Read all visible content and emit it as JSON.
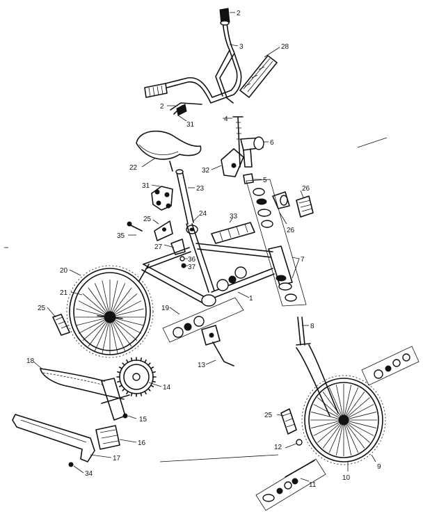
{
  "callouts": [
    {
      "id": "c2a",
      "text": "2"
    },
    {
      "id": "c3",
      "text": "3"
    },
    {
      "id": "c28a",
      "text": "28"
    },
    {
      "id": "c2b",
      "text": "2"
    },
    {
      "id": "c31a",
      "text": "31"
    },
    {
      "id": "c4",
      "text": "4"
    },
    {
      "id": "c6",
      "text": "6"
    },
    {
      "id": "c22",
      "text": "22"
    },
    {
      "id": "c32",
      "text": "32"
    },
    {
      "id": "c5",
      "text": "5"
    },
    {
      "id": "c31b",
      "text": "31"
    },
    {
      "id": "c23",
      "text": "23"
    },
    {
      "id": "c26a",
      "text": "26"
    },
    {
      "id": "c26b",
      "text": "26"
    },
    {
      "id": "c24",
      "text": "24"
    },
    {
      "id": "c33",
      "text": "33"
    },
    {
      "id": "c25a",
      "text": "25"
    },
    {
      "id": "c35",
      "text": "35"
    },
    {
      "id": "c27",
      "text": "27"
    },
    {
      "id": "c36",
      "text": "36"
    },
    {
      "id": "c37",
      "text": "37"
    },
    {
      "id": "c7",
      "text": "7"
    },
    {
      "id": "c20",
      "text": "20"
    },
    {
      "id": "c1",
      "text": "1"
    },
    {
      "id": "c21",
      "text": "21"
    },
    {
      "id": "c25b",
      "text": "25"
    },
    {
      "id": "c19",
      "text": "19"
    },
    {
      "id": "c8",
      "text": "8"
    },
    {
      "id": "c13",
      "text": "13"
    },
    {
      "id": "c18",
      "text": "18"
    },
    {
      "id": "c14",
      "text": "14"
    },
    {
      "id": "c15",
      "text": "15"
    },
    {
      "id": "c25c",
      "text": "25"
    },
    {
      "id": "c16",
      "text": "16"
    },
    {
      "id": "c12",
      "text": "12"
    },
    {
      "id": "c9",
      "text": "9"
    },
    {
      "id": "c17",
      "text": "17"
    },
    {
      "id": "c10",
      "text": "10"
    },
    {
      "id": "c34",
      "text": "34"
    },
    {
      "id": "c11",
      "text": "11"
    }
  ]
}
